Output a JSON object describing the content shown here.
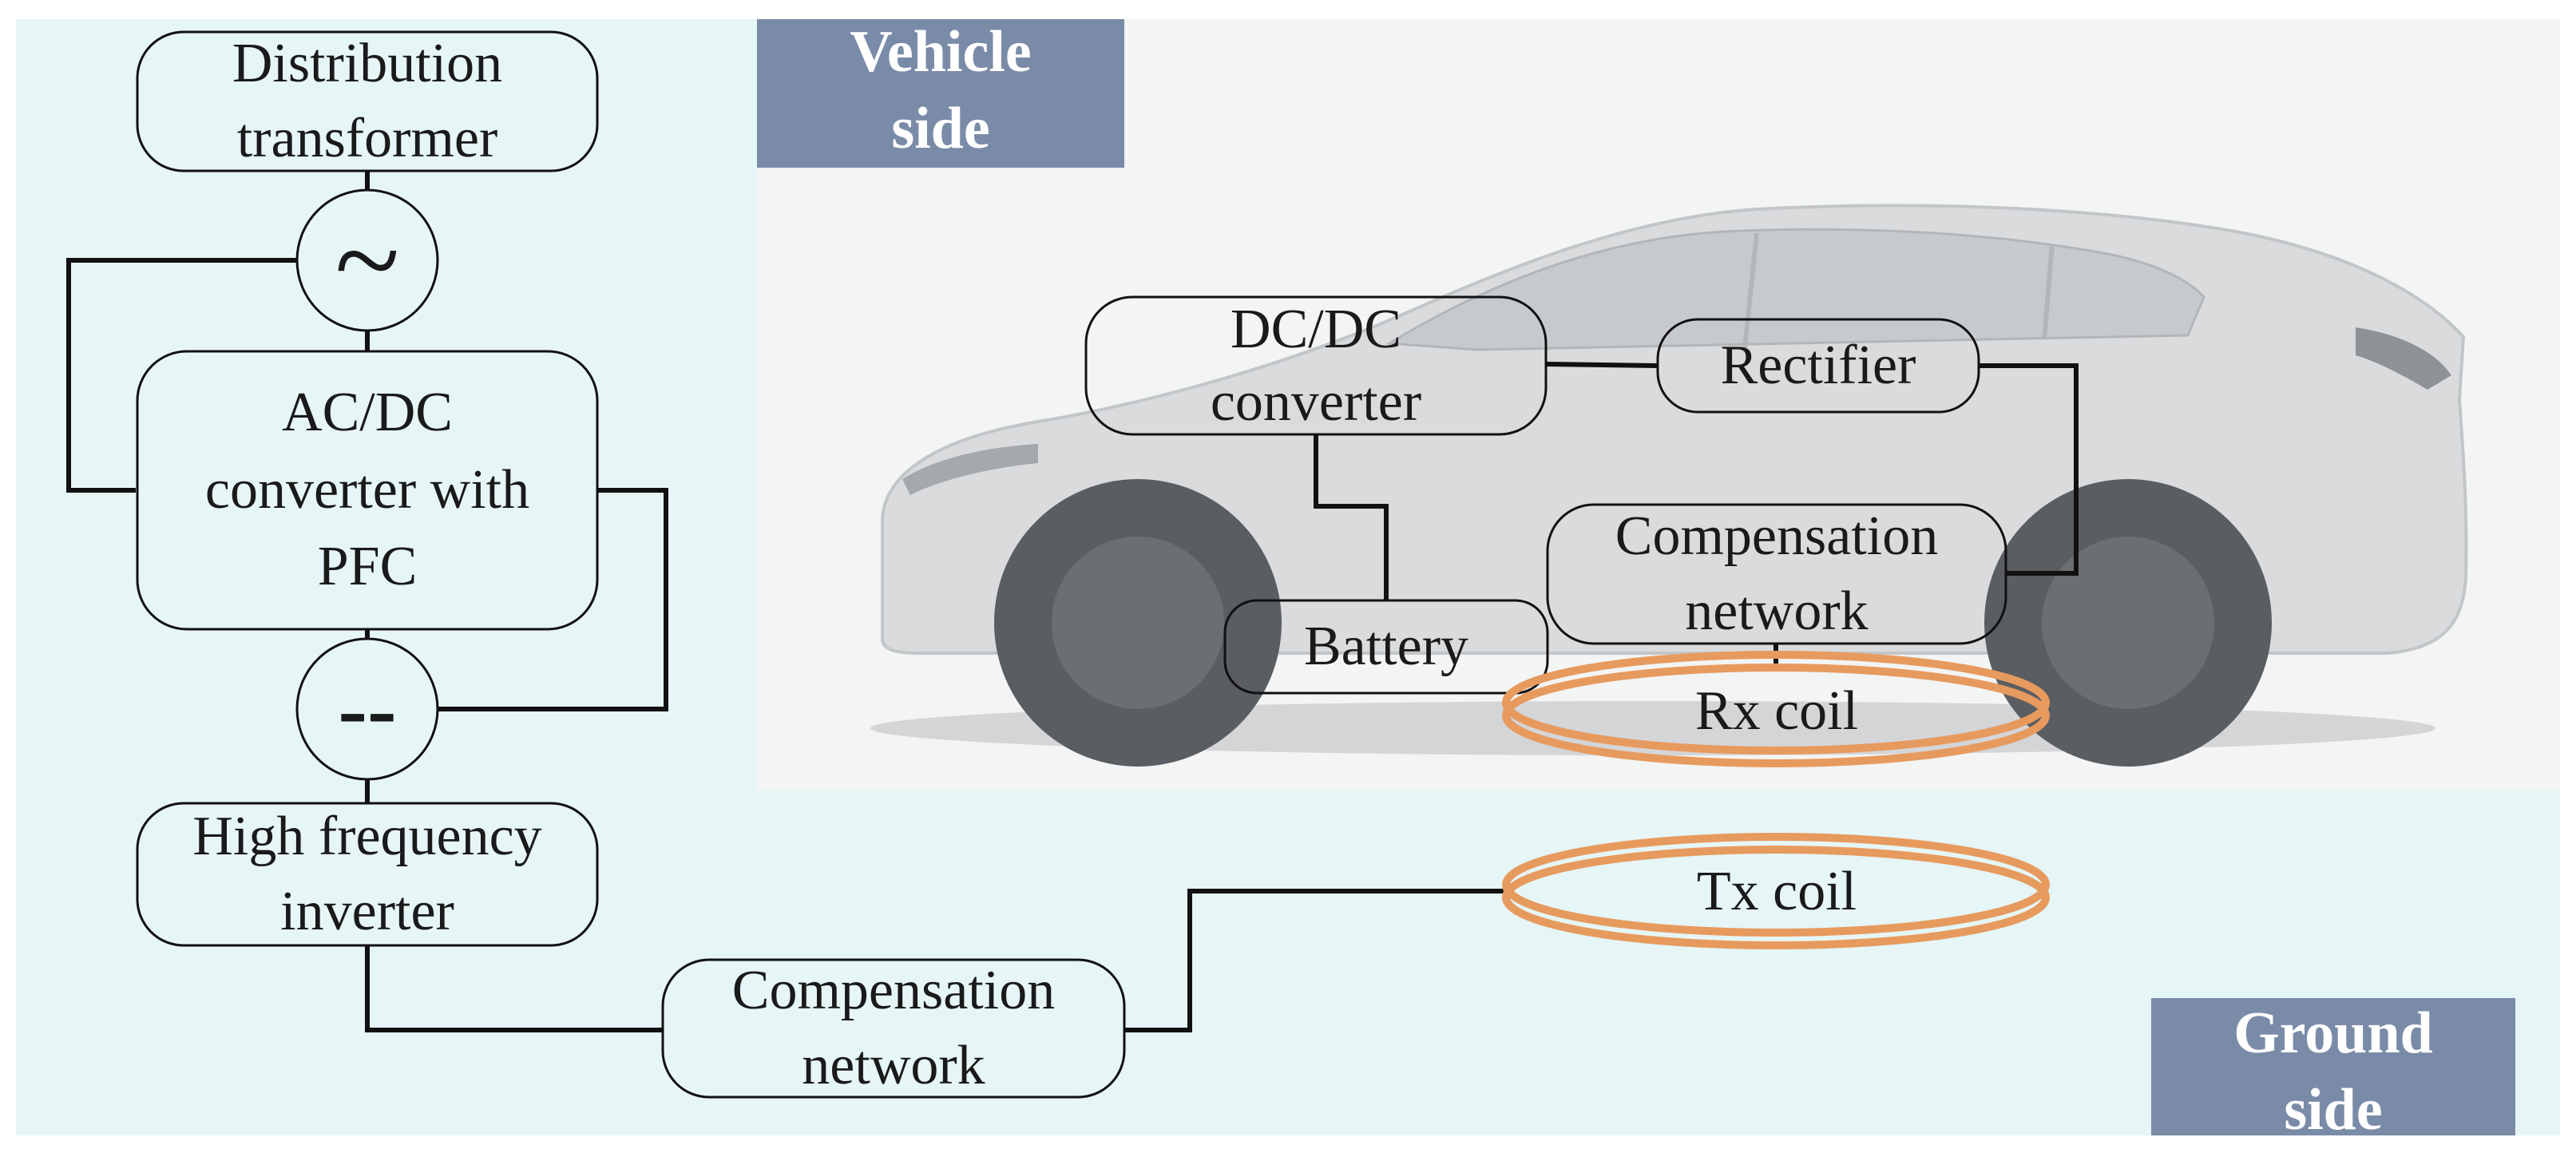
{
  "colors": {
    "ground_bg": "#e6f5f5",
    "vehicle_bg": "#f3f4f4",
    "tag_bg": "#7a8ba8",
    "coil": "#e79a5e",
    "line": "#111111",
    "car_body": "#d9dbdd",
    "wheel": "#5a5d61"
  },
  "labels": {
    "vehicle_side": "Vehicle side",
    "ground_side": "Ground side"
  },
  "ground": {
    "distribution_transformer": "Distribution transformer",
    "ac_symbol": "~",
    "acdc_converter": "AC/DC converter with PFC",
    "dc_symbol": "--",
    "hf_inverter": "High frequency inverter",
    "compensation_network": "Compensation network",
    "tx_coil": "Tx coil"
  },
  "vehicle": {
    "dcdc_converter": "DC/DC converter",
    "rectifier": "Rectifier",
    "compensation_network": "Compensation network",
    "battery": "Battery",
    "rx_coil": "Rx coil"
  },
  "icons": [
    "ac-source-icon",
    "dc-source-icon",
    "coil-icon",
    "car-icon"
  ]
}
